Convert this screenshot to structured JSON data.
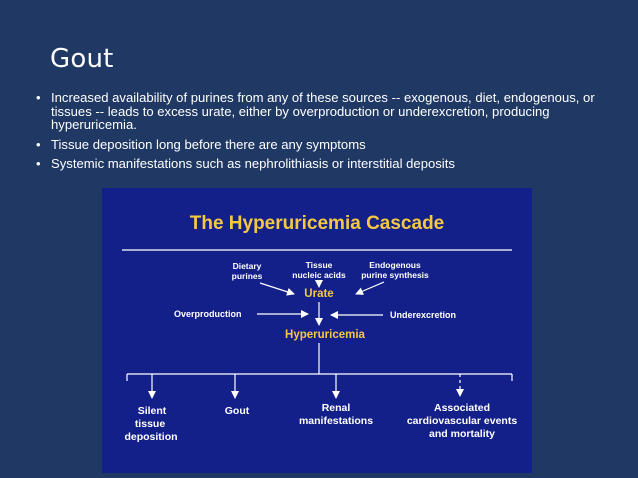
{
  "slide": {
    "title": "Gout",
    "bullets": [
      "Increased availability of purines from any of these sources -- exogenous, diet, endogenous, or tissues -- leads to excess urate, either by overproduction or underexcretion, producing hyperuricemia.",
      "Tissue deposition long before there are any symptoms",
      "Systemic manifestations such as nephrolithiasis or interstitial deposits"
    ],
    "bullet_glyph": "•"
  },
  "figure": {
    "title": "The Hyperuricemia Cascade",
    "sources": {
      "dietary": [
        "Dietary",
        "purines"
      ],
      "tissue": [
        "Tissue",
        "nucleic acids"
      ],
      "endogenous": [
        "Endogenous",
        "purine synthesis"
      ]
    },
    "urate": "Urate",
    "overproduction": "Overproduction",
    "underexcretion": "Underexcretion",
    "hyperuricemia": "Hyperuricemia",
    "outcomes": {
      "silent": [
        "Silent",
        "tissue",
        "deposition"
      ],
      "gout": [
        "Gout"
      ],
      "renal": [
        "Renal",
        "manifestations"
      ],
      "associated": [
        "Associated",
        "cardiovascular events",
        "and mortality"
      ]
    },
    "colors": {
      "background": "#14208a",
      "title": "#f5c842",
      "highlight": "#f5c842",
      "text": "#ffffff"
    }
  }
}
